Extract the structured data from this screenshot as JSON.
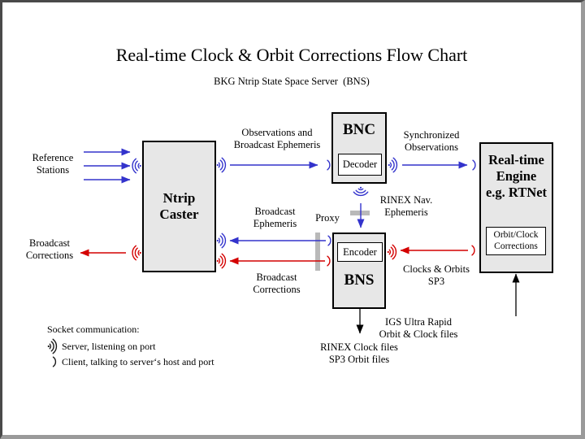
{
  "title": "Real-time Clock & Orbit Corrections Flow Chart",
  "subtitle": "BKG Ntrip State Space Server  (BNS)",
  "boxes": {
    "ntrip_caster": {
      "label": "Ntrip\nCaster"
    },
    "bnc": {
      "title": "BNC",
      "sub": "Decoder"
    },
    "bns": {
      "title": "BNS",
      "sub": "Encoder"
    },
    "rtnet": {
      "title": "Real-time\nEngine\ne.g. RTNet",
      "sub": "Orbit/Clock\nCorrections"
    }
  },
  "labels": {
    "reference_stations": "Reference\nStations",
    "broadcast_corrections_left": "Broadcast\nCorrections",
    "observations": "Observations and\nBroadcast Ephemeris",
    "synchronized": "Synchronized\nObservations",
    "rinex_nav": "RINEX Nav.\nEphemeris",
    "broadcast_ephemeris": "Broadcast\nEphemeris",
    "proxy": "Proxy",
    "broadcast_corrections_mid": "Broadcast\nCorrections",
    "clocks_orbits": "Clocks & Orbits\nSP3",
    "rinex_clock_files": "RINEX Clock files\nSP3 Orbit files",
    "igs_ultra_rapid": "IGS Ultra Rapid\nOrbit & Clock files"
  },
  "legend": {
    "heading": "Socket communication:",
    "server": "Server, listening on port",
    "client": "Client, talking to server‘s host and port"
  },
  "icons": {
    "server_socket_icon": "three radiating arcs with dot",
    "client_socket_icon": "single arc"
  },
  "colors": {
    "flow_blue": "#3333cc",
    "flow_red": "#d40000",
    "flow_black": "#000000",
    "box_fill": "#e7e7e7",
    "proxy_gray": "#b9b9b9"
  }
}
